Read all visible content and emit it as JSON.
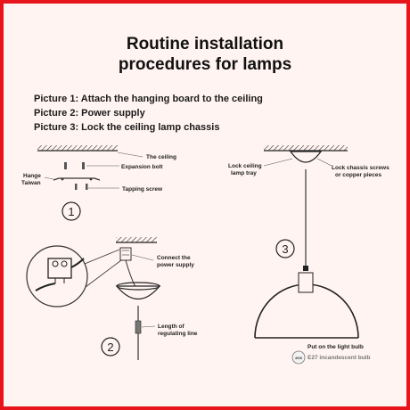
{
  "title": {
    "line1": "Routine installation",
    "line2": "procedures for lamps"
  },
  "steps": [
    "Picture 1: Attach the hanging board to the ceiling",
    "Picture 2: Power supply",
    "Picture 3: Lock the ceiling lamp chassis"
  ],
  "figure1": {
    "number": "1",
    "ceiling": "The ceiling",
    "expansion_bolt": "Expansion bolt",
    "hange": "Hange",
    "taiwan": "Taiwan",
    "tapping_screw": "Tapping screw"
  },
  "figure2": {
    "number": "2",
    "connect_line1": "Connect the",
    "connect_line2": "power supply",
    "length_line1": "Length of",
    "length_line2": "regulating line"
  },
  "figure3": {
    "number": "3",
    "lock_tray_line1": "Lock ceiling",
    "lock_tray_line2": "lamp tray",
    "lock_chassis_line1": "Lock chassis screws",
    "lock_chassis_line2": "or copper pieces",
    "bulb_caption": "Put on the light bulb",
    "bulb_type": "E27 incandescent bulb",
    "bulb_badge": "40W"
  },
  "colors": {
    "border": "#e8141b",
    "background": "#fff4f1",
    "line": "#222222"
  }
}
